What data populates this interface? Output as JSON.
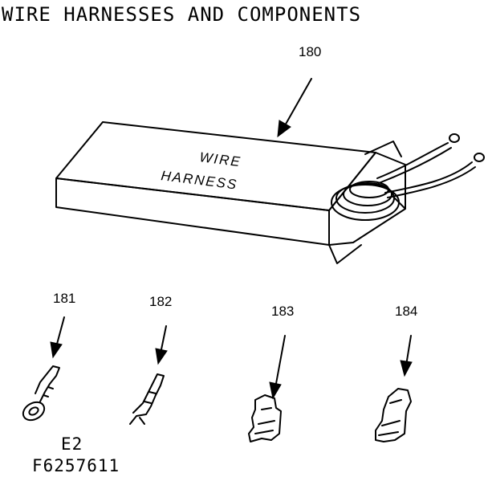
{
  "title": "WIRE HARNESSES AND COMPONENTS",
  "box_text": [
    "WIRE",
    "HARNESS"
  ],
  "callouts": {
    "harness": "180",
    "part_181": "181",
    "part_182": "182",
    "part_183": "183",
    "part_184": "184"
  },
  "figure_code": [
    "E2",
    "F6257611"
  ]
}
